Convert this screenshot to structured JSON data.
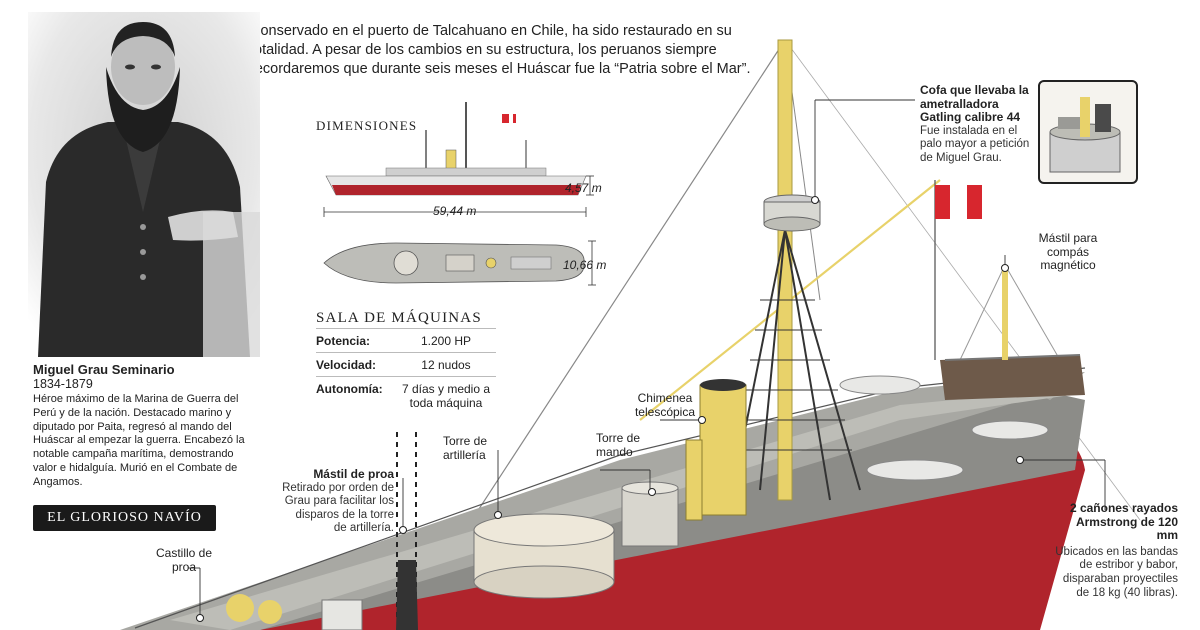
{
  "intro_text": "Conservado en el puerto de Talcahuano en Chile, ha sido restaurado en su totalidad. A pesar de los cambios en su estructura, los peruanos siempre recordaremos que durante seis meses el Huáscar fue la “Patria sobre el Mar”.",
  "grau": {
    "name": "Miguel Grau Seminario",
    "years": "1834-1879",
    "bio": "Héroe máximo de la Marina de Guerra del Perú y de la nación. Destacado marino y diputado por Paita, regresó al mando del Huáscar al empezar la guerra. Encabezó la notable campaña marítima, demostrando valor e hidalguía. Murió en el Combate de Angamos."
  },
  "section_label": "EL GLORIOSO NAVÍO",
  "dimensions": {
    "title": "DIMENSIONES",
    "height": "4,57 m",
    "length": "59,44 m",
    "beam": "10,66 m"
  },
  "engine_room": {
    "title": "SALA DE MÁQUINAS",
    "rows": [
      {
        "label": "Potencia:",
        "value": "1.200 HP"
      },
      {
        "label": "Velocidad:",
        "value": "12 nudos"
      },
      {
        "label": "Autonomía:",
        "value": "7 días y medio a toda máquina"
      }
    ]
  },
  "callouts": {
    "cofa": {
      "title": "Cofa que llevaba la ametralladora Gatling calibre 44",
      "desc": "Fue instalada en el palo mayor a petición de Miguel Grau."
    },
    "mastil_compas": {
      "title": "Mástil para compás magnético"
    },
    "chimenea": {
      "title": "Chimenea telescópica"
    },
    "torre_artilleria": {
      "title": "Torre de artillería"
    },
    "torre_mando": {
      "title": "Torre de mando"
    },
    "mastil_proa": {
      "title": "Mástil de proa",
      "desc": "Retirado por orden de Grau para facilitar los disparos de la torre de artillería."
    },
    "castillo": {
      "title": "Castillo de proa"
    },
    "canones": {
      "title": "2 cañones rayados Armstrong de 120 mm",
      "desc": "Ubicados en las bandas de estribor y babor, disparaban proyectiles de 18 kg (40 libras)."
    }
  },
  "colors": {
    "hull_red": "#b0242c",
    "deck_grey": "#9a9a96",
    "mast_yellow": "#e8d26a",
    "flag_red": "#d7262e"
  }
}
